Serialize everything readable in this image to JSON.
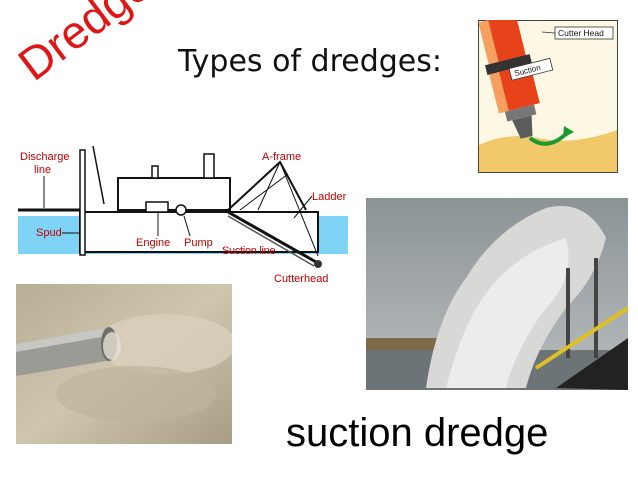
{
  "slide": {
    "title_rotated": "Dredge",
    "heading": "Types of dredges:",
    "caption": "suction dredge"
  },
  "diagram": {
    "labels": {
      "discharge_line_1": "Discharge",
      "discharge_line_2": "line",
      "spud": "Spud",
      "engine": "Engine",
      "pump": "Pump",
      "suction_line": "Suction line",
      "a_frame": "A-frame",
      "ladder": "Ladder",
      "cutterhead": "Cutterhead"
    }
  },
  "cutter_inset": {
    "cutter_head": "Cutter Head",
    "suction": "Suction"
  },
  "colors": {
    "title_red": "#e01616",
    "label_red": "#c00000",
    "water_blue": "#7fd4f5",
    "sand": "#f1c86a"
  }
}
